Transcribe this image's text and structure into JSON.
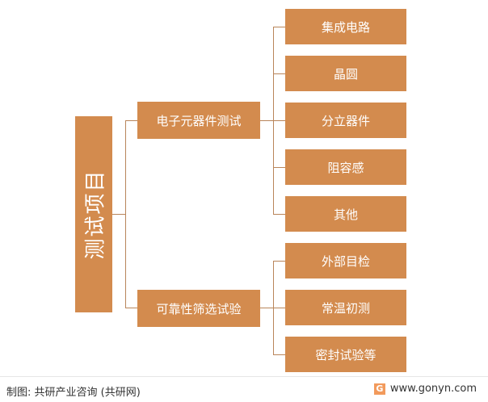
{
  "root": "测试项目",
  "branches": [
    {
      "label": "电子元器件测试",
      "children": [
        "集成电路",
        "晶圆",
        "分立器件",
        "阻容感",
        "其他"
      ]
    },
    {
      "label": "可靠性筛选试验",
      "children": [
        "外部目检",
        "常温初测",
        "密封试验等"
      ]
    }
  ],
  "footer": {
    "source": "制图: 共研产业咨询 (共研网)",
    "site": "www.gonyn.com",
    "logo": "G"
  },
  "colors": {
    "box": "#D38B4E",
    "line": "#B9855A"
  }
}
